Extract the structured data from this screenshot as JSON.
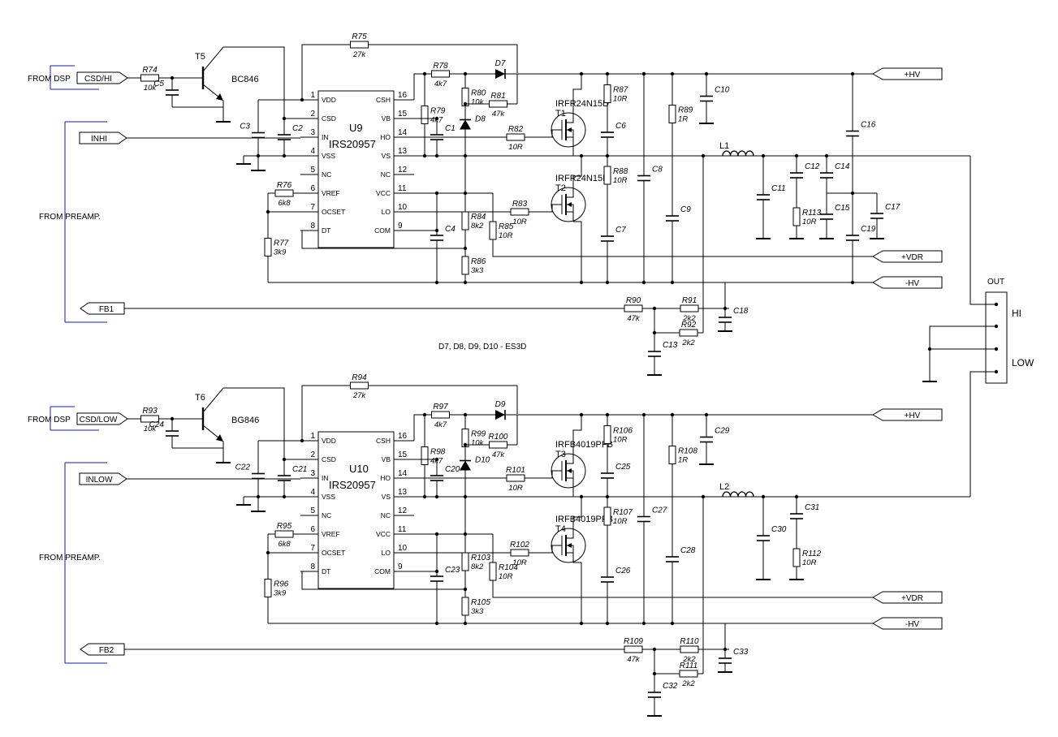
{
  "stages": [
    {
      "ic": {
        "ref": "U9",
        "part": "IRS20957"
      },
      "transistor": {
        "ref": "T5",
        "part": "BC846"
      },
      "input_port": "CSD/HI",
      "signal_port": "INHI",
      "feedback_port": "FB1",
      "mosfet_high": {
        "ref": "T1",
        "part": "IRFR24N15D"
      },
      "mosfet_low": {
        "ref": "T2",
        "part": "IRFR24N15D"
      },
      "diode_bootstrap": "D7",
      "diode_clamp": "D8",
      "inductor": "L1",
      "resistors": {
        "r_top": {
          "ref": "R75",
          "val": "27k"
        },
        "r_in": {
          "ref": "R74",
          "val": "10k"
        },
        "r_vref": {
          "ref": "R76",
          "val": "6k8"
        },
        "r_ocset": {
          "ref": "R77",
          "val": "3k9"
        },
        "r_vb1": {
          "ref": "R78",
          "val": "4k7"
        },
        "r_vb2": {
          "ref": "R79",
          "val": "4k7"
        },
        "r_vb3": {
          "ref": "R80",
          "val": "10k"
        },
        "r_vb4": {
          "ref": "R81",
          "val": "47k"
        },
        "r_ho": {
          "ref": "R82",
          "val": "10R"
        },
        "r_lo": {
          "ref": "R83",
          "val": "10R"
        },
        "r_dt": {
          "ref": "R84",
          "val": "8k2"
        },
        "r_lo2": {
          "ref": "R85",
          "val": "10R"
        },
        "r_dt2": {
          "ref": "R86",
          "val": "3k3"
        },
        "r_snub1": {
          "ref": "R87",
          "val": "10R"
        },
        "r_snub2": {
          "ref": "R88",
          "val": "10R"
        },
        "r_sense": {
          "ref": "R89",
          "val": "1R"
        },
        "r_fb1": {
          "ref": "R90",
          "val": "47k"
        },
        "r_fb2": {
          "ref": "R91",
          "val": "2k2"
        },
        "r_fb3": {
          "ref": "R92",
          "val": "2k2"
        },
        "r_out": {
          "ref": "R113",
          "val": "10R"
        }
      },
      "caps": {
        "c_base": "C5",
        "c_vdd": "C3",
        "c_csd": "C2",
        "c_vb": "C1",
        "c_vcc": "C4",
        "c_sn1": "C6",
        "c_sn2": "C7",
        "c_bulk": "C8",
        "c_sense": "C9",
        "c_hv": "C10",
        "c_f1": "C11",
        "c_f2": "C12",
        "c_f3": "C14",
        "c_f4": "C15",
        "c_f5": "C16",
        "c_f6": "C19",
        "c_f7": "C17",
        "c_fb": "C18",
        "c_fb2": "C13"
      }
    },
    {
      "ic": {
        "ref": "U10",
        "part": "IRS20957"
      },
      "transistor": {
        "ref": "T6",
        "part": "BG846"
      },
      "input_port": "CSD/LOW",
      "signal_port": "INLOW",
      "feedback_port": "FB2",
      "mosfet_high": {
        "ref": "T3",
        "part": "IRFB4019PFB"
      },
      "mosfet_low": {
        "ref": "T4",
        "part": "IRFB4019PFB"
      },
      "diode_bootstrap": "D9",
      "diode_clamp": "D10",
      "inductor": "L2",
      "resistors": {
        "r_top": {
          "ref": "R94",
          "val": "27k"
        },
        "r_in": {
          "ref": "R93",
          "val": "10k"
        },
        "r_vref": {
          "ref": "R95",
          "val": "6k8"
        },
        "r_ocset": {
          "ref": "R96",
          "val": "3k9"
        },
        "r_vb1": {
          "ref": "R97",
          "val": "4k7"
        },
        "r_vb2": {
          "ref": "R98",
          "val": "4k7"
        },
        "r_vb3": {
          "ref": "R99",
          "val": "10k"
        },
        "r_vb4": {
          "ref": "R100",
          "val": "47k"
        },
        "r_ho": {
          "ref": "R101",
          "val": "10R"
        },
        "r_lo": {
          "ref": "R102",
          "val": "10R"
        },
        "r_dt": {
          "ref": "R103",
          "val": "8k2"
        },
        "r_lo2": {
          "ref": "R104",
          "val": "10R"
        },
        "r_dt2": {
          "ref": "R105",
          "val": "3k3"
        },
        "r_snub1": {
          "ref": "R106",
          "val": "10R"
        },
        "r_snub2": {
          "ref": "R107",
          "val": "10R"
        },
        "r_sense": {
          "ref": "R108",
          "val": "1R"
        },
        "r_fb1": {
          "ref": "R109",
          "val": "47k"
        },
        "r_fb2": {
          "ref": "R110",
          "val": "2k2"
        },
        "r_fb3": {
          "ref": "R111",
          "val": "2k2"
        },
        "r_out": {
          "ref": "R112",
          "val": "10R"
        }
      },
      "caps": {
        "c_base": "C24",
        "c_vdd": "C22",
        "c_csd": "C21",
        "c_vb": "C20",
        "c_vcc": "C23",
        "c_sn1": "C25",
        "c_sn2": "C26",
        "c_bulk": "C27",
        "c_sense": "C28",
        "c_hv": "C29",
        "c_f1": "C30",
        "c_f2": "C31",
        "c_fb": "C33",
        "c_fb2": "C32"
      }
    }
  ],
  "ic_pins_left": [
    {
      "num": "1",
      "name": "VDD"
    },
    {
      "num": "2",
      "name": "CSD"
    },
    {
      "num": "3",
      "name": "IN"
    },
    {
      "num": "4",
      "name": "VSS"
    },
    {
      "num": "5",
      "name": "NC"
    },
    {
      "num": "6",
      "name": "VREF"
    },
    {
      "num": "7",
      "name": "OCSET"
    },
    {
      "num": "8",
      "name": "DT"
    }
  ],
  "ic_pins_right": [
    {
      "num": "16",
      "name": "CSH"
    },
    {
      "num": "15",
      "name": "VB"
    },
    {
      "num": "14",
      "name": "HO"
    },
    {
      "num": "13",
      "name": "VS"
    },
    {
      "num": "12",
      "name": "NC"
    },
    {
      "num": "11",
      "name": "VCC"
    },
    {
      "num": "10",
      "name": "LO"
    },
    {
      "num": "9",
      "name": "COM"
    }
  ],
  "labels": {
    "from_dsp": "FROM DSP",
    "from_preamp": "FROM PREAMP.",
    "hv_plus": "+HV",
    "hv_minus": "-HV",
    "vdr": "+VDR",
    "diode_note": "D7, D8, D9, D10 - ES3D",
    "out": "OUT",
    "hi": "HI",
    "low": "LOW"
  }
}
